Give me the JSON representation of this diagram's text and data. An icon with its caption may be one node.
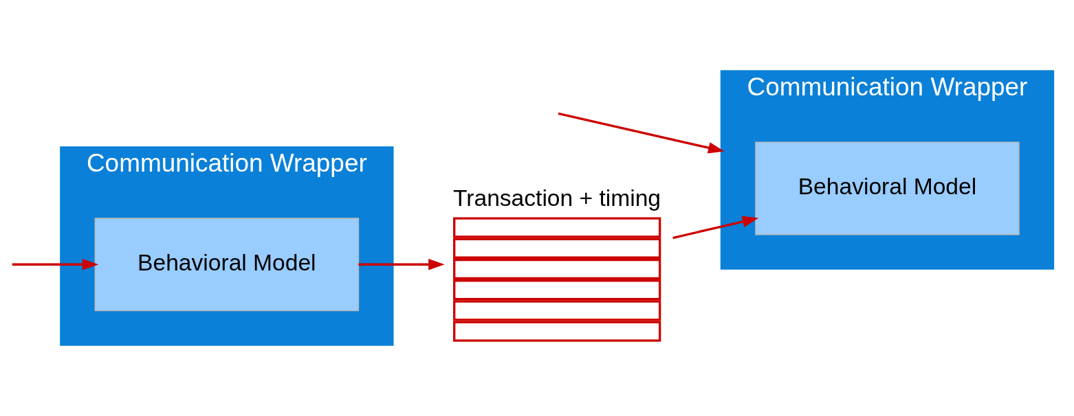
{
  "diagram": {
    "nodes": [
      {
        "text": [
          "Communication Wrapper"
        ]
      },
      {
        "text": [
          "Behavioral Model"
        ],
        "in": 0
      },
      {
        "text": [
          "Transaction + timing"
        ]
      },
      {
        "text": [
          "Communication Wrapper"
        ]
      },
      {
        "text": [
          "Behavioral Model"
        ],
        "in": 3
      }
    ],
    "edges": [
      {
        "from": 1,
        "to": 2,
        "arrow": "to"
      },
      {
        "from": 2,
        "to": 4,
        "arrow": "to"
      },
      {
        "from": null,
        "to": 1,
        "arrow": "to"
      },
      {
        "from": null,
        "to": 3,
        "arrow": "to"
      }
    ]
  }
}
